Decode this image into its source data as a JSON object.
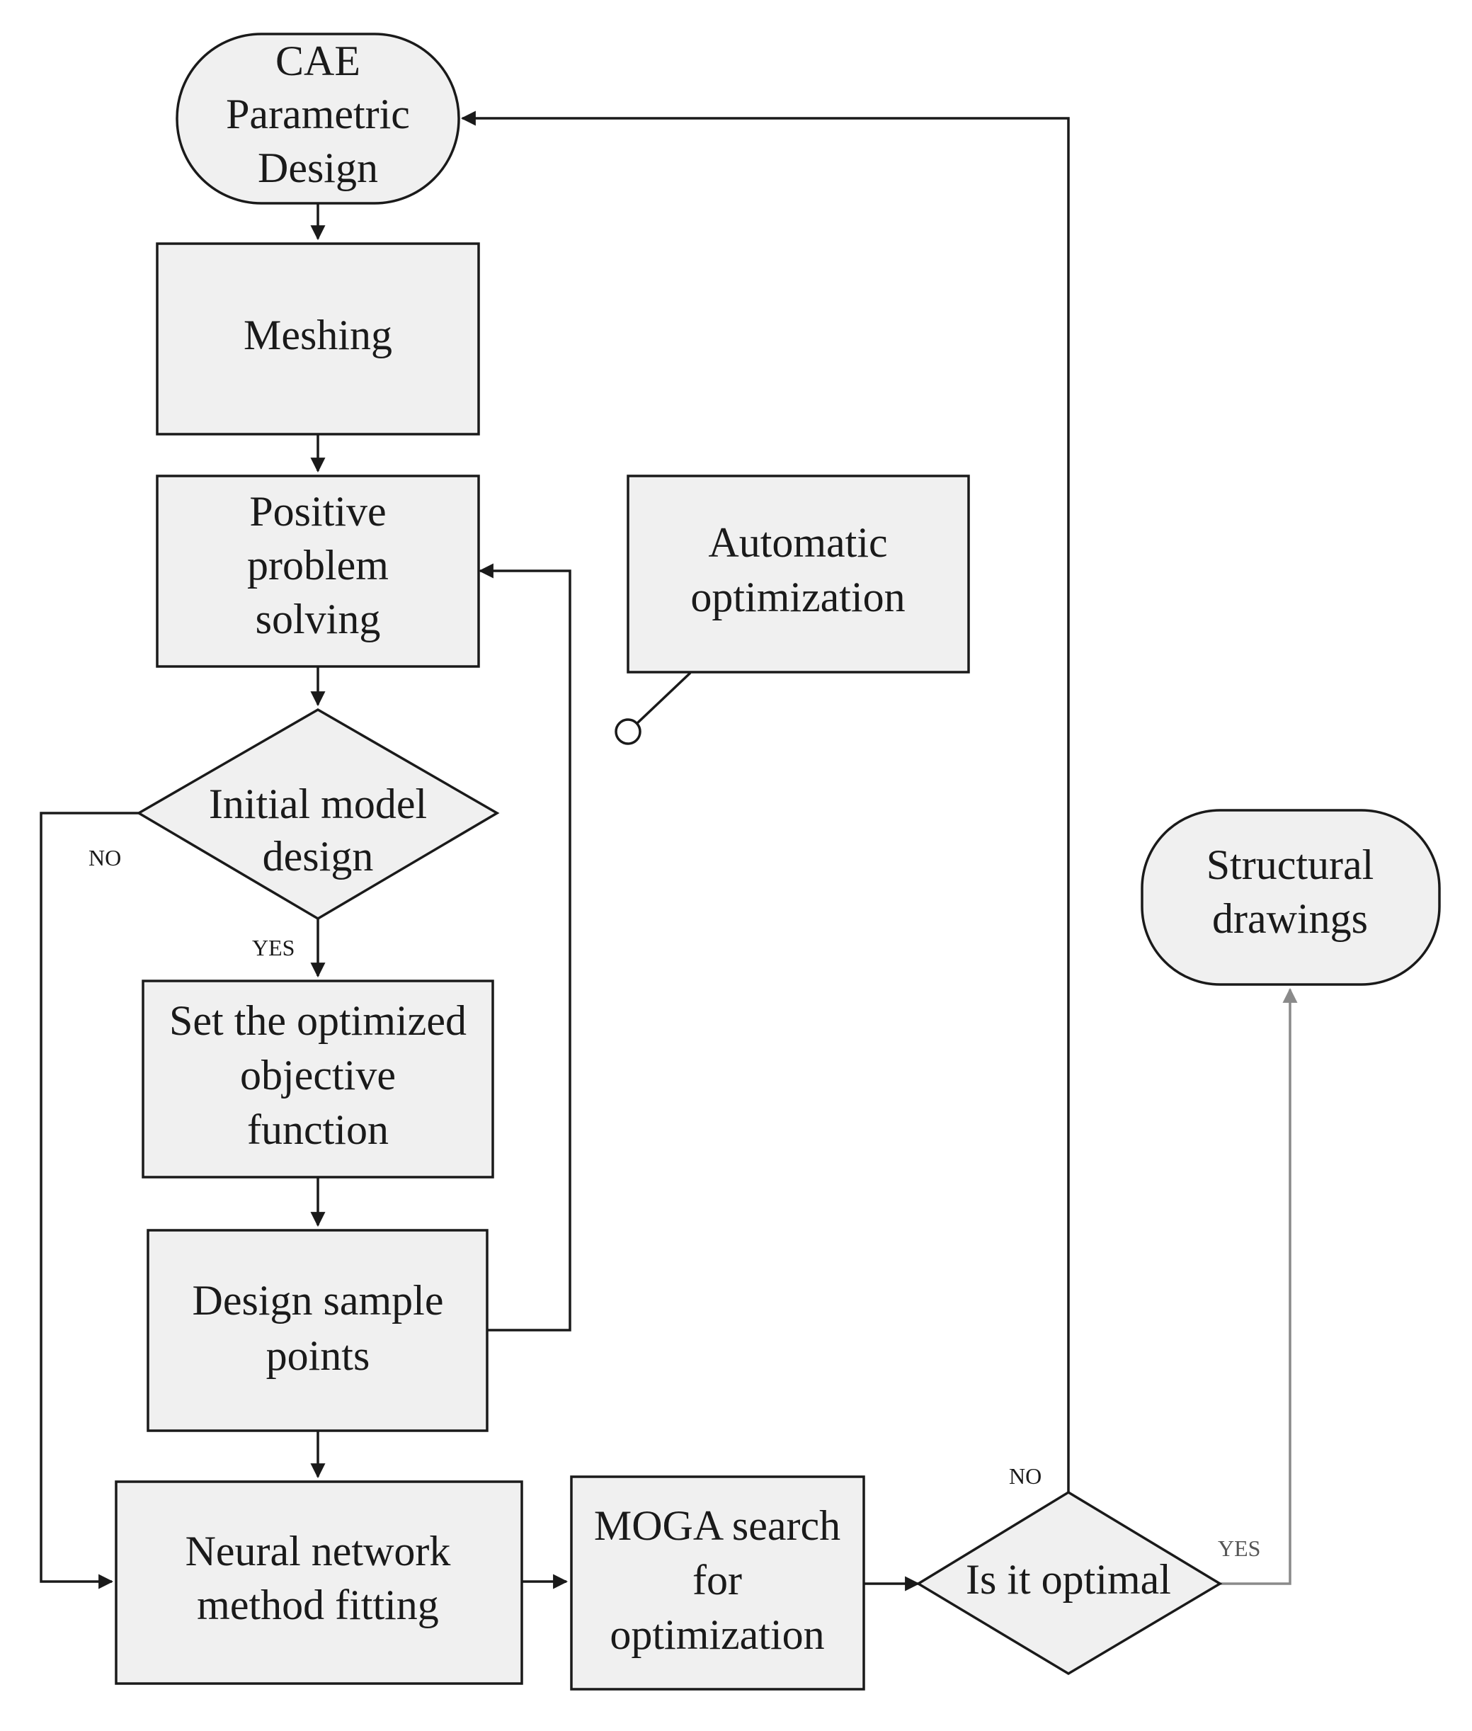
{
  "nodes": {
    "cae": {
      "lines": [
        "CAE",
        "Parametric",
        "Design"
      ]
    },
    "meshing": {
      "lines": [
        "Meshing"
      ]
    },
    "positive": {
      "lines": [
        "Positive",
        "problem",
        "solving"
      ]
    },
    "automatic": {
      "lines": [
        "Automatic",
        "optimization"
      ]
    },
    "initial": {
      "lines": [
        "Initial model",
        "design"
      ]
    },
    "set_objective": {
      "lines": [
        "Set the optimized",
        "objective",
        "function"
      ]
    },
    "design_sample": {
      "lines": [
        "Design sample",
        "points"
      ]
    },
    "neural": {
      "lines": [
        "Neural network",
        "method fitting"
      ]
    },
    "moga": {
      "lines": [
        "MOGA search",
        "for",
        "optimization"
      ]
    },
    "is_optimal": {
      "lines": [
        "Is it optimal"
      ]
    },
    "structural": {
      "lines": [
        "Structural",
        "drawings"
      ]
    }
  },
  "edge_labels": {
    "initial_no": "NO",
    "initial_yes": "YES",
    "optimal_no": "NO",
    "optimal_yes": "YES"
  },
  "colors": {
    "node_fill": "#f0f0f0",
    "stroke": "#1a1a1a",
    "yes_branch_stroke": "#8a8a8a"
  }
}
